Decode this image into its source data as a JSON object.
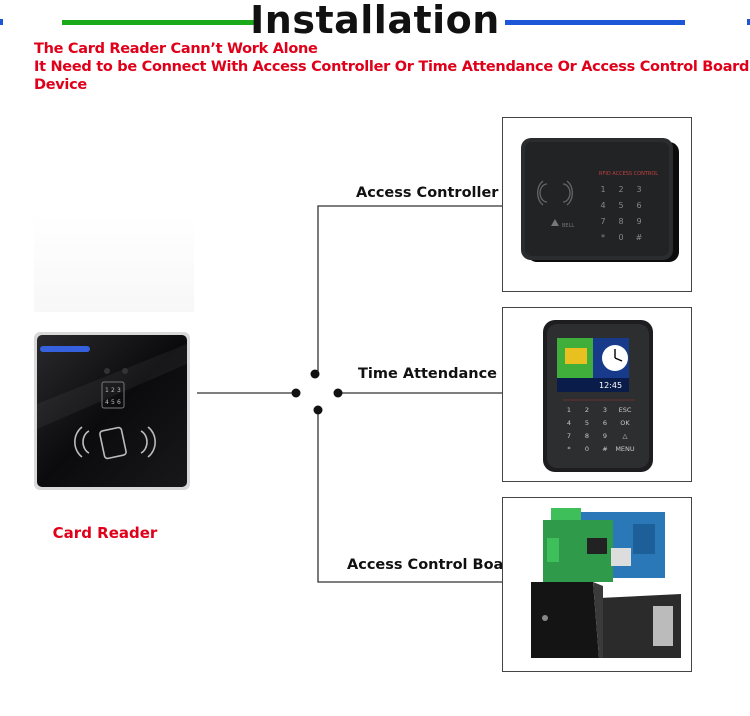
{
  "header": {
    "title": "Installation",
    "line1": "The Card Reader Cann’t Work Alone",
    "line2": "It Need to be Connect With Access Controller Or Time Attendance Or Access Control Board Device",
    "colors": {
      "green_bar": "#1aaa1a",
      "blue_bar": "#1b57d6",
      "note_red": "#e0001a"
    }
  },
  "diagram": {
    "source": {
      "label": "Card Reader"
    },
    "targets": [
      {
        "label": "Access Controller"
      },
      {
        "label": "Time Attendance"
      },
      {
        "label": "Access Control Board"
      }
    ]
  },
  "devices": {
    "access_controller": {
      "keys": [
        "1",
        "2",
        "3",
        "4",
        "5",
        "6",
        "7",
        "8",
        "9",
        "*",
        "0",
        "#"
      ],
      "brand": "RFID ACCESS CONTROL",
      "bell": "BELL"
    },
    "time_attendance": {
      "clock": "12:45",
      "keys": [
        "1",
        "2",
        "3",
        "ESC",
        "4",
        "5",
        "6",
        "OK",
        "7",
        "8",
        "9",
        "△",
        "*",
        "0",
        "#",
        "MENU"
      ]
    },
    "card_reader": {
      "keys": [
        "1",
        "2",
        "3",
        "4",
        "5",
        "6"
      ]
    }
  }
}
